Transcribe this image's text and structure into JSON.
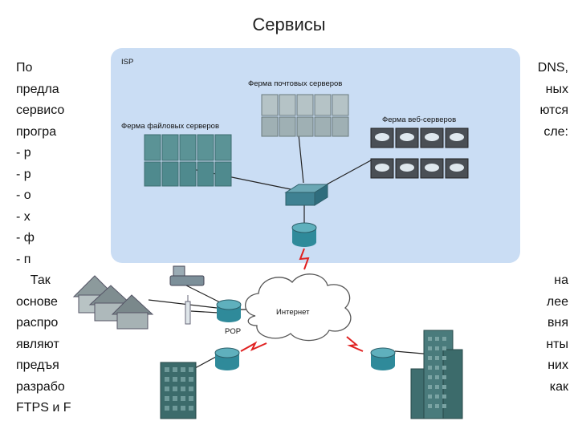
{
  "slide": {
    "title": "Сервисы"
  },
  "background_text": {
    "lines": [
      {
        "left": "По",
        "right": "DNS,"
      },
      {
        "left": "предла",
        "right": "ных"
      },
      {
        "left": "сервисо",
        "right": "ются"
      },
      {
        "left": "програ",
        "right": "сле:"
      },
      {
        "left": "- р",
        "right": ""
      },
      {
        "left": "- р",
        "right": ""
      },
      {
        "left": "- о",
        "right": ""
      },
      {
        "left": "- х",
        "right": ""
      },
      {
        "left": "- ф",
        "right": ""
      },
      {
        "left": "- п",
        "right": ""
      },
      {
        "left": "    Так",
        "right": "на"
      },
      {
        "left": "основе",
        "right": "лее"
      },
      {
        "left": "распро",
        "right": "вня"
      },
      {
        "left": "являют",
        "right": "нты"
      },
      {
        "left": "предъя",
        "right": "них"
      },
      {
        "left": "разрабо",
        "right": "как"
      },
      {
        "left": "FTPS и F",
        "right": ""
      }
    ]
  },
  "diagram": {
    "isp_label": "ISP",
    "mail_farm_label": "Ферма почтовых серверов",
    "file_farm_label": "Ферма файловых серверов",
    "web_farm_label": "Ферма веб-серверов",
    "internet_label": "Интернет",
    "pop_label": "POP",
    "colors": {
      "isp_box": "#c6daf3",
      "router": "#2f8a9a",
      "server": "#4f8a8e",
      "building": "#3c6b6b",
      "link_red": "#e02020"
    }
  }
}
